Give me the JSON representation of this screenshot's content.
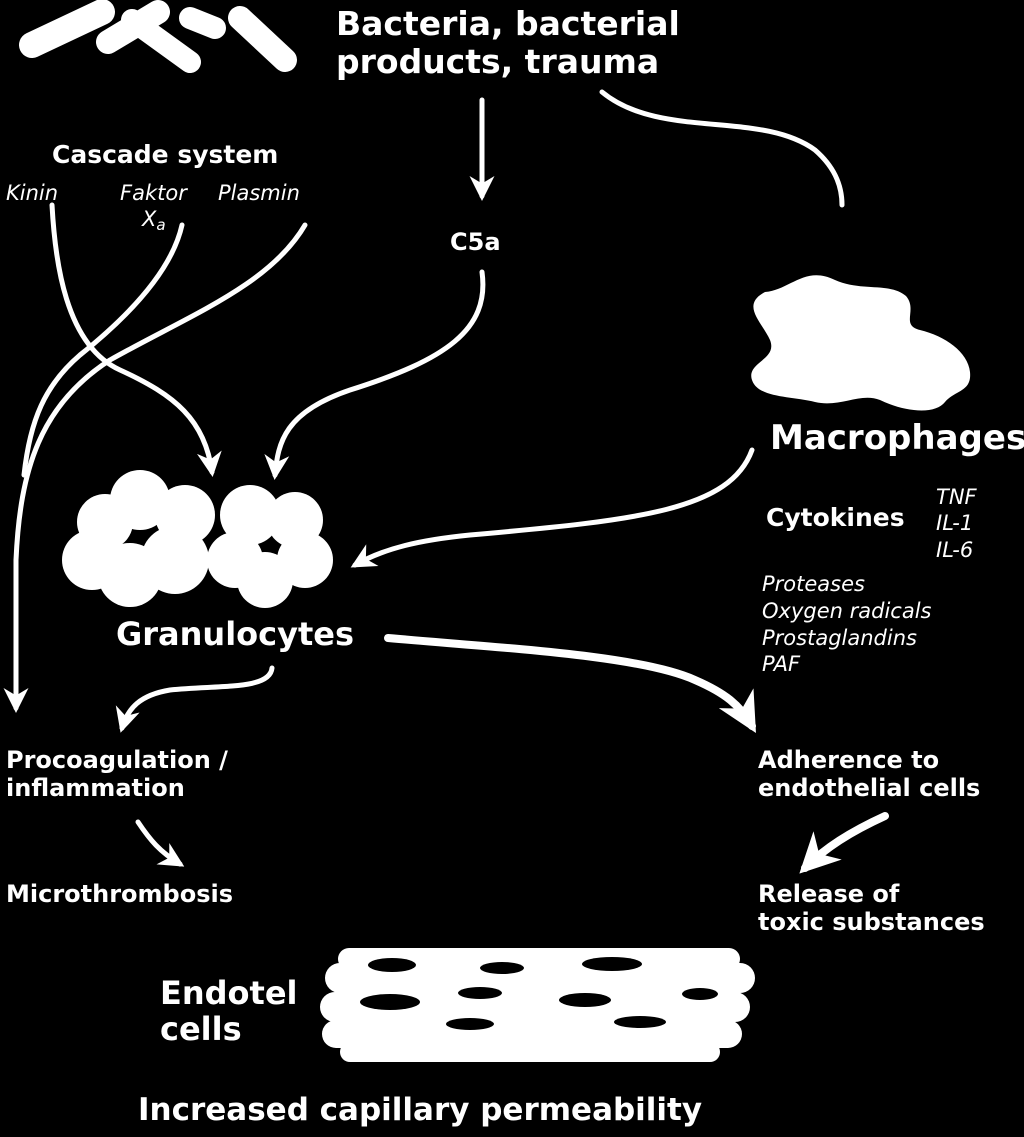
{
  "labels": {
    "source_line1": "Bacteria, bacterial",
    "source_line2": "products, trauma",
    "cascade_title": "Cascade system",
    "kinin": "Kinin",
    "faktor_line1": "Faktor",
    "faktor_x": "X",
    "faktor_sub": "a",
    "plasmin": "Plasmin",
    "c5a": "C5a",
    "macrophages": "Macrophages",
    "cytokines": "Cytokines",
    "cytokine_tnf": "TNF",
    "cytokine_il1": "IL-1",
    "cytokine_il6": "IL-6",
    "mediators": [
      "Proteases",
      "Oxygen radicals",
      "Prostaglandins",
      "PAF"
    ],
    "granulocytes": "Granulocytes",
    "procoag_line1": "Procoagulation /",
    "procoag_line2": "inflammation",
    "microthrombosis": "Microthrombosis",
    "adherence_line1": "Adherence to",
    "adherence_line2": "endothelial cells",
    "release_line1": "Release of",
    "release_line2": "toxic substances",
    "endotel_line1": "Endotel",
    "endotel_line2": "cells",
    "outcome": "Increased capillary permeability"
  },
  "colors": {
    "background": "#000000",
    "foreground": "#ffffff"
  }
}
